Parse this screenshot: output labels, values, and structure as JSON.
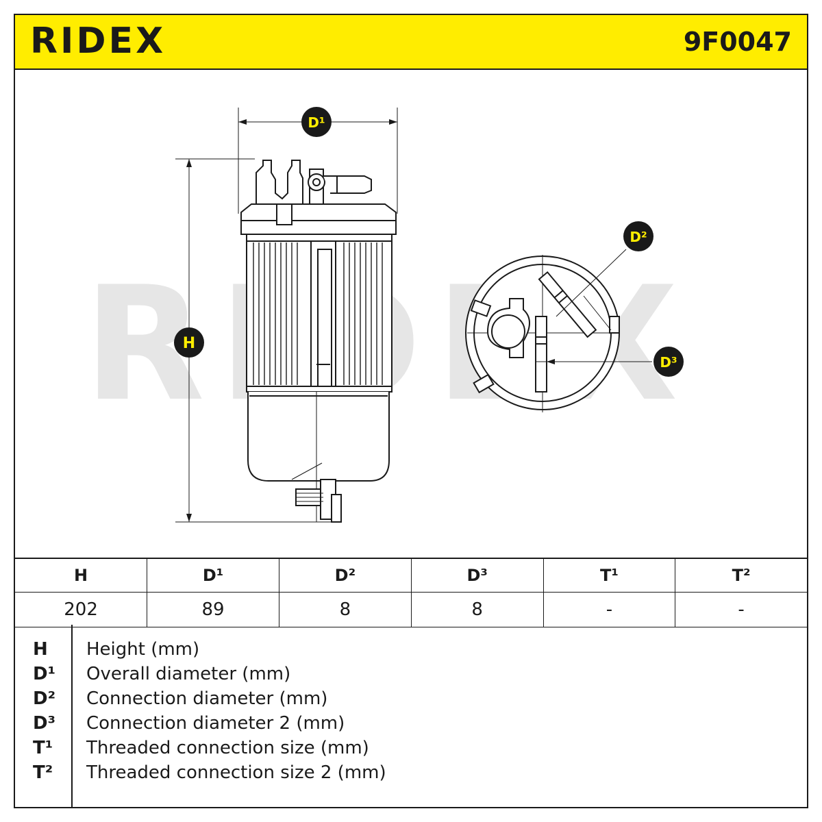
{
  "header": {
    "brand": "RIDEX",
    "part_number": "9F0047",
    "brand_color": "#ffed00"
  },
  "drawing": {
    "watermark": "RIDEX",
    "labels": {
      "d1": "D¹",
      "h": "H",
      "d2": "D²",
      "d3": "D³"
    }
  },
  "table": {
    "headers": [
      "H",
      "D¹",
      "D²",
      "D³",
      "T¹",
      "T²"
    ],
    "values": [
      "202",
      "89",
      "8",
      "8",
      "-",
      "-"
    ]
  },
  "legend": [
    {
      "key": "H",
      "desc": "Height (mm)"
    },
    {
      "key": "D¹",
      "desc": "Overall diameter (mm)"
    },
    {
      "key": "D²",
      "desc": "Connection diameter (mm)"
    },
    {
      "key": "D³",
      "desc": "Connection diameter 2 (mm)"
    },
    {
      "key": "T¹",
      "desc": "Threaded connection size (mm)"
    },
    {
      "key": "T²",
      "desc": "Threaded connection size 2 (mm)"
    }
  ]
}
